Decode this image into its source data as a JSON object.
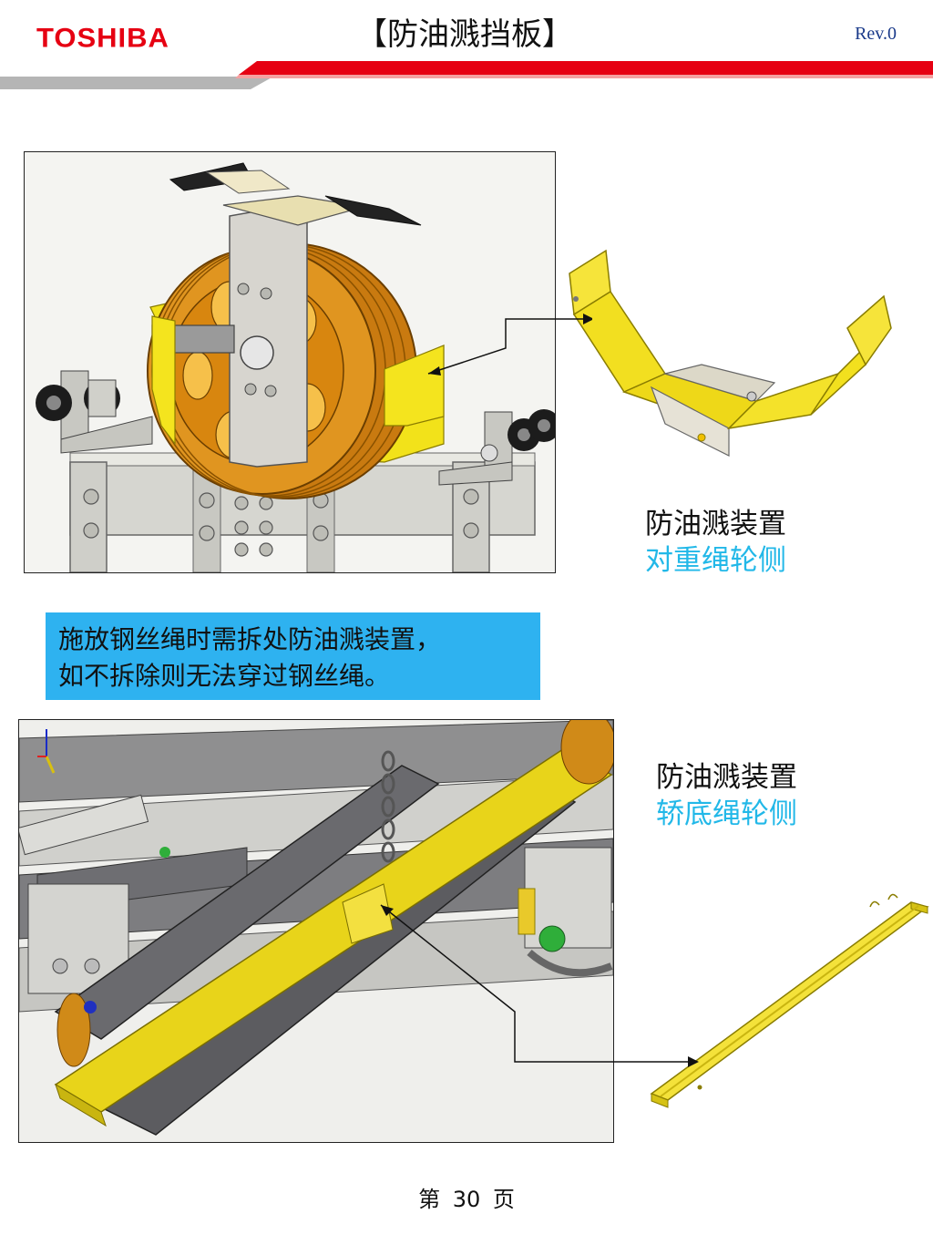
{
  "header": {
    "logo": "TOSHIBA",
    "title": "【防油溅挡板】",
    "revision": "Rev.0",
    "colors": {
      "brand_red": "#e60012",
      "band_grey": "#b0b0b0",
      "accent_cyan": "#22b8e8",
      "note_bg": "#2eb2f0",
      "part_yellow": "#f2e21a"
    }
  },
  "top_section": {
    "caption_line1": "防油溅装置",
    "caption_line2": "对重绳轮侧"
  },
  "note": {
    "line1": "施放钢丝绳时需拆处防油溅装置，",
    "line2": "如不拆除则无法穿过钢丝绳。"
  },
  "bottom_section": {
    "caption_line1": "防油溅装置",
    "caption_line2": "轿底绳轮侧"
  },
  "footer": {
    "page_label": "第 30 页"
  }
}
